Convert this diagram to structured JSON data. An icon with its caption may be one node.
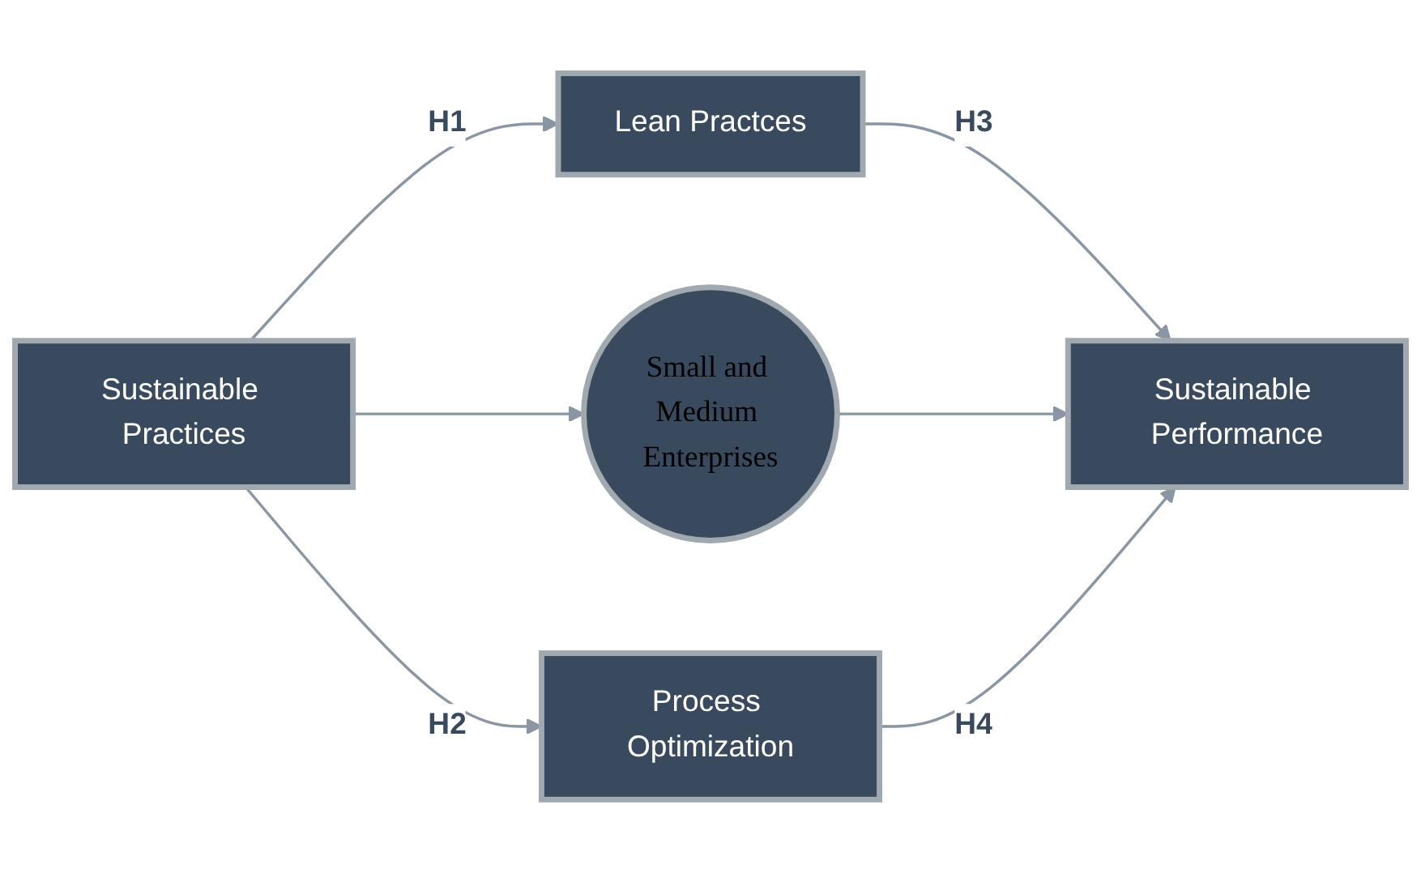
{
  "diagram": {
    "nodes": [
      {
        "text": [
          "Sustainable Practices"
        ]
      },
      {
        "text": [
          "Lean Practces"
        ]
      },
      {
        "text": [
          "Small and Medium Enterprises"
        ]
      },
      {
        "text": [
          "Process Optimization"
        ]
      },
      {
        "text": [
          "Sustainable Performance"
        ]
      }
    ],
    "edges": [
      {
        "from": 0,
        "to": 1,
        "arrow": "to",
        "label": "H1"
      },
      {
        "from": 0,
        "to": 2,
        "arrow": "to"
      },
      {
        "from": 0,
        "to": 3,
        "arrow": "to",
        "label": "H2"
      },
      {
        "from": 1,
        "to": 4,
        "arrow": "to",
        "label": "H3"
      },
      {
        "from": 2,
        "to": 4,
        "arrow": "to"
      },
      {
        "from": 3,
        "to": 4,
        "arrow": "to",
        "label": "H4"
      }
    ]
  }
}
